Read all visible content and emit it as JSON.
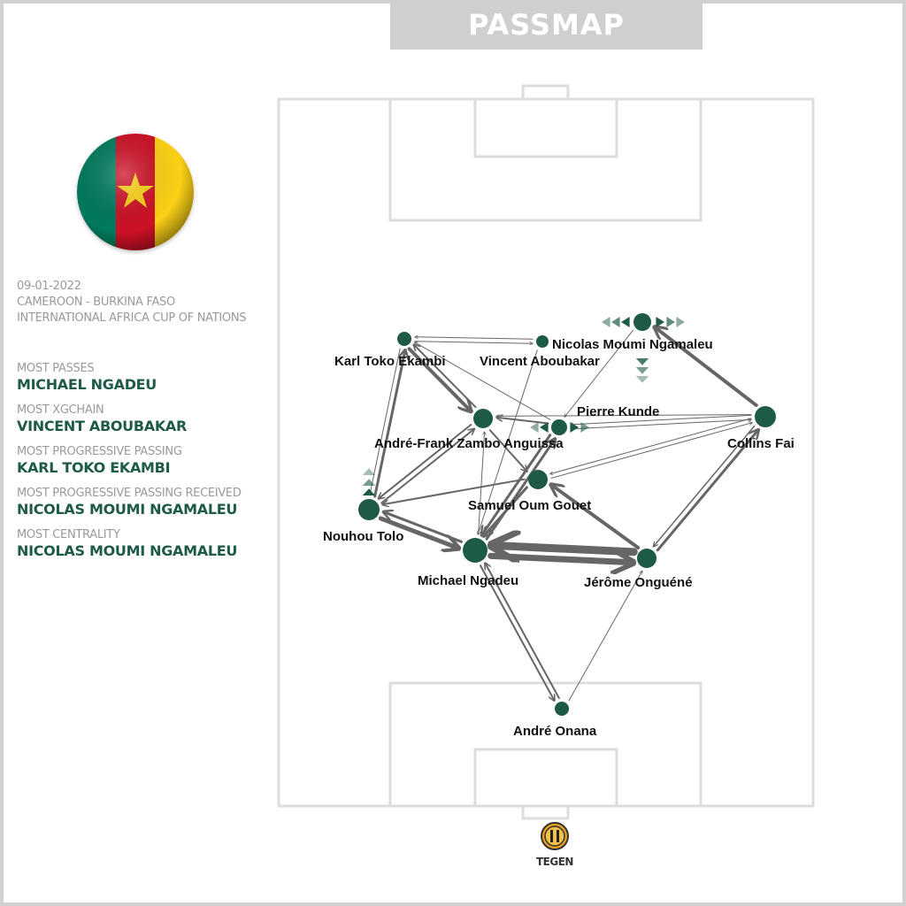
{
  "header": {
    "title": "PASSMAP"
  },
  "team": {
    "flag": "cameroon-flag-icon",
    "colors": {
      "green": "#007a5e",
      "red": "#ce1126",
      "yellow": "#fcd116"
    }
  },
  "match": {
    "date": "09-01-2022",
    "fixture": "CAMEROON - BURKINA FASO",
    "competition": "INTERNATIONAL AFRICA CUP OF NATIONS"
  },
  "stats": [
    {
      "label": "MOST PASSES",
      "value": "MICHAEL NGADEU"
    },
    {
      "label": "MOST XGCHAIN",
      "value": "VINCENT ABOUBAKAR"
    },
    {
      "label": "MOST PROGRESSIVE PASSING",
      "value": "KARL TOKO EKAMBI"
    },
    {
      "label": "MOST PROGRESSIVE PASSING RECEIVED",
      "value": "NICOLAS MOUMI NGAMALEU"
    },
    {
      "label": "MOST CENTRALITY",
      "value": "NICOLAS MOUMI NGAMALEU"
    }
  ],
  "players": [
    "Karl Toko Ekambi",
    "Vincent Aboubakar",
    "Nicolas Moumi Ngamaleu",
    "Collins Fai",
    "André-Frank Zambo Anguissa",
    "Pierre Kunde",
    "Samuel Oum Gouet",
    "Nouhou Tolo",
    "Michael Ngadeu",
    "Jérôme Onguéné",
    "André Onana"
  ],
  "colors": {
    "node": "#1e5a48",
    "edge": "#666666",
    "pitch_lines": "#dddddd"
  },
  "logo": {
    "text": "TEGEN",
    "icon": "11tegen11-logo-icon"
  }
}
